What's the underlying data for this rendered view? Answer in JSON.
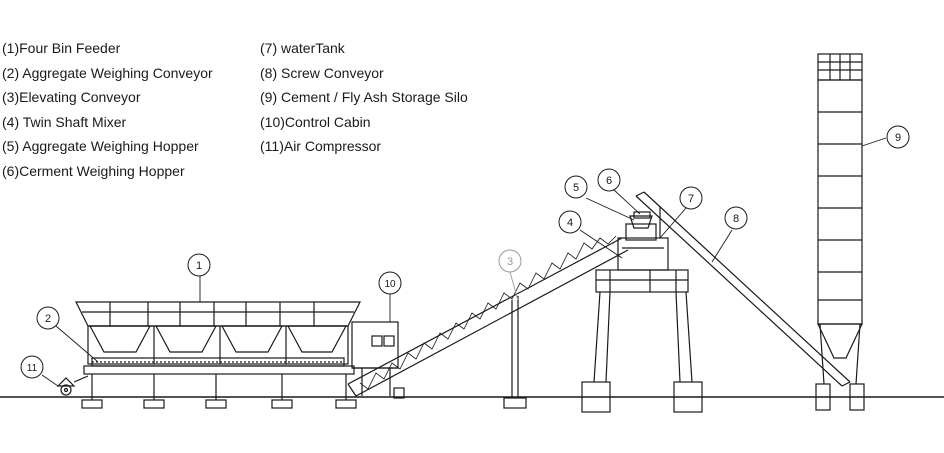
{
  "legend": {
    "left": [
      "(1)Four Bin Feeder",
      "(2) Aggregate Weighing Conveyor",
      "(3)Elevating Conveyor",
      "(4) Twin Shaft Mixer",
      "(5) Aggregate Weighing Hopper",
      "(6)Cerment Weighing Hopper"
    ],
    "right": [
      "(7) waterTank",
      "(8) Screw Conveyor",
      "(9) Cement / Fly Ash Storage Silo",
      "(10)Control Cabin",
      "(11)Air Compressor"
    ]
  },
  "callouts": [
    "1",
    "2",
    "3",
    "4",
    "5",
    "6",
    "7",
    "8",
    "9",
    "10",
    "11"
  ],
  "colors": {
    "line": "#1a1a1a",
    "faded": "#9a9a9a",
    "background": "#ffffff"
  }
}
